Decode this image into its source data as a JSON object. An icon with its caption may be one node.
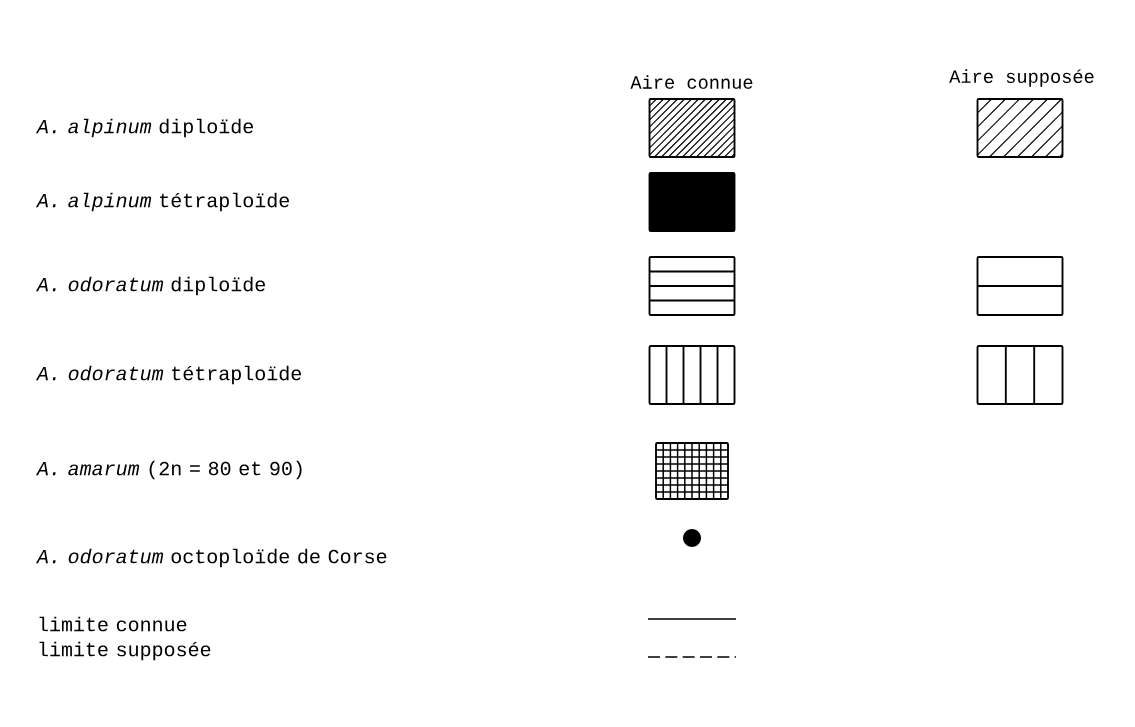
{
  "diagram": {
    "labels": [
      "Aire connue",
      "Aire supposée"
    ],
    "legend": [
      {
        "text": "*A. alpinum* diploïde"
      },
      {
        "text": "*A. alpinum* tétraploïde"
      },
      {
        "text": "*A. odoratum* diploïde"
      },
      {
        "text": "*A. odoratum* tétraploïde"
      },
      {
        "text": "*A. amarum* (2n = 80 et 90)"
      },
      {
        "text": "*A. odoratum* octoploïde de Corse"
      },
      {
        "text": "limite connue"
      },
      {
        "text": "limite supposée"
      }
    ]
  }
}
